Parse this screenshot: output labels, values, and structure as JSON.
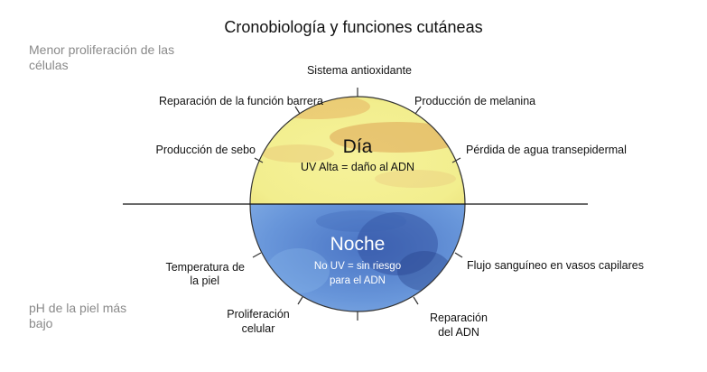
{
  "title": "Cronobiología y funciones cutáneas",
  "notes": {
    "top": "Menor proliferación de las células",
    "bottom": "pH de la piel más bajo"
  },
  "day": {
    "title": "Día",
    "subtitle": "UV Alta = daño al ADN",
    "labels": [
      "Sistema antioxidante",
      "Reparación de la función barrera",
      "Producción de melanina",
      "Producción de sebo",
      "Pérdida de agua transepidermal"
    ]
  },
  "night": {
    "title": "Noche",
    "subtitle_line1": "No UV = sin riesgo",
    "subtitle_line2": "para el ADN",
    "labels": [
      "Temperatura de",
      "la piel",
      "Flujo sanguíneo en vasos capilares",
      "Proliferación",
      "celular",
      "Reparación",
      "del ADN"
    ]
  },
  "colors": {
    "day_base": "#f2ee8e",
    "day_accent": "#e0a850",
    "night_base": "#5f8fd6",
    "night_deep": "#2f4f9e",
    "outline": "#222222"
  }
}
